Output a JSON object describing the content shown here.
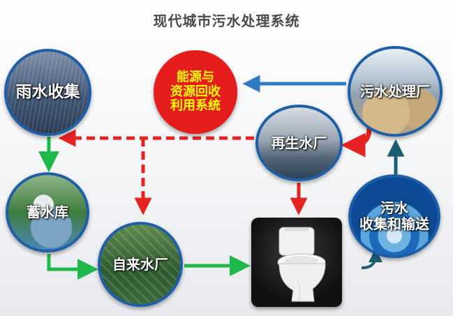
{
  "title": "现代城市污水处理系统",
  "nodes": {
    "rain_collection": "雨水收集",
    "reservoir": "蓄水库",
    "waterworks": "自来水厂",
    "energy_recycling": [
      "能源与",
      "资源回收",
      "利用系统"
    ],
    "reclaimed_water_plant": "再生水厂",
    "sewage_treatment_plant": "污水处理厂",
    "sewage_collection_transport": [
      "污水",
      "收集和输送"
    ]
  },
  "icons": {
    "toilet": "toilet-icon"
  },
  "colors": {
    "green_arrow": "#1fb84a",
    "red_arrow": "#e52321",
    "blue_arrow": "#2e7bc4",
    "teal_arrow": "#1d5f72",
    "energy_fill": "#e61d1d",
    "energy_text": "#ffff00",
    "node_border": "#1f5fa8"
  }
}
